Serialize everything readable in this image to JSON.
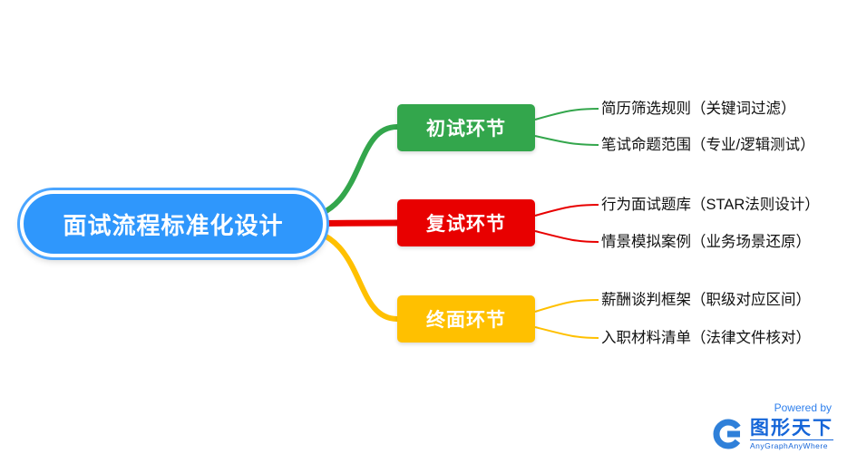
{
  "diagram": {
    "root": {
      "label": "面试流程标准化设计",
      "color": "#2f97fc"
    },
    "branches": [
      {
        "label": "初试环节",
        "color": "#33a64c",
        "leaves": [
          "简历筛选规则（关键词过滤）",
          "笔试命题范围（专业/逻辑测试）"
        ]
      },
      {
        "label": "复试环节",
        "color": "#e80000",
        "leaves": [
          "行为面试题库（STAR法则设计）",
          "情景模拟案例（业务场景还原）"
        ]
      },
      {
        "label": "终面环节",
        "color": "#ffc000",
        "leaves": [
          "薪酬谈判框架（职级对应区间）",
          "入职材料清单（法律文件核对）"
        ]
      }
    ]
  },
  "footer": {
    "powered_by": "Powered by",
    "brand": "图形天下",
    "brand_sub": "AnyGraphAnyWhere",
    "brand_color": "#1565d8"
  }
}
